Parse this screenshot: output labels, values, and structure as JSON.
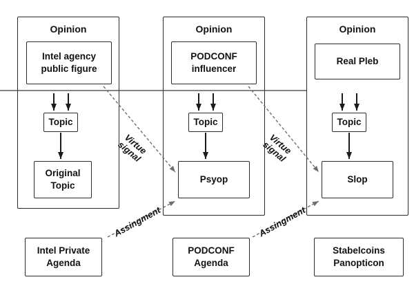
{
  "columns": [
    {
      "title": "Opinion",
      "source": "Intel agency\npublic figure",
      "topic": "Topic",
      "result": "Original\nTopic",
      "agenda": "Intel Private\nAgenda"
    },
    {
      "title": "Opinion",
      "source": "PODCONF\ninfluencer",
      "topic": "Topic",
      "result": "Psyop",
      "agenda": "PODCONF\nAgenda"
    },
    {
      "title": "Opinion",
      "source": "Real Pleb",
      "topic": "Topic",
      "result": "Slop",
      "agenda": "Stabelcoins\nPanopticon"
    }
  ],
  "edge_labels": {
    "virtue_signal_1": "Virtue\nsignal",
    "virtue_signal_2": "Virtue\nsignal",
    "assignment_1": "Assingment",
    "assignment_2": "Assingment"
  },
  "colors": {
    "box_line": "#2a2a2a",
    "solid_arrow": "#1a1a1a",
    "dashed_arrow": "#6e6e6e",
    "background": "#ffffff"
  }
}
